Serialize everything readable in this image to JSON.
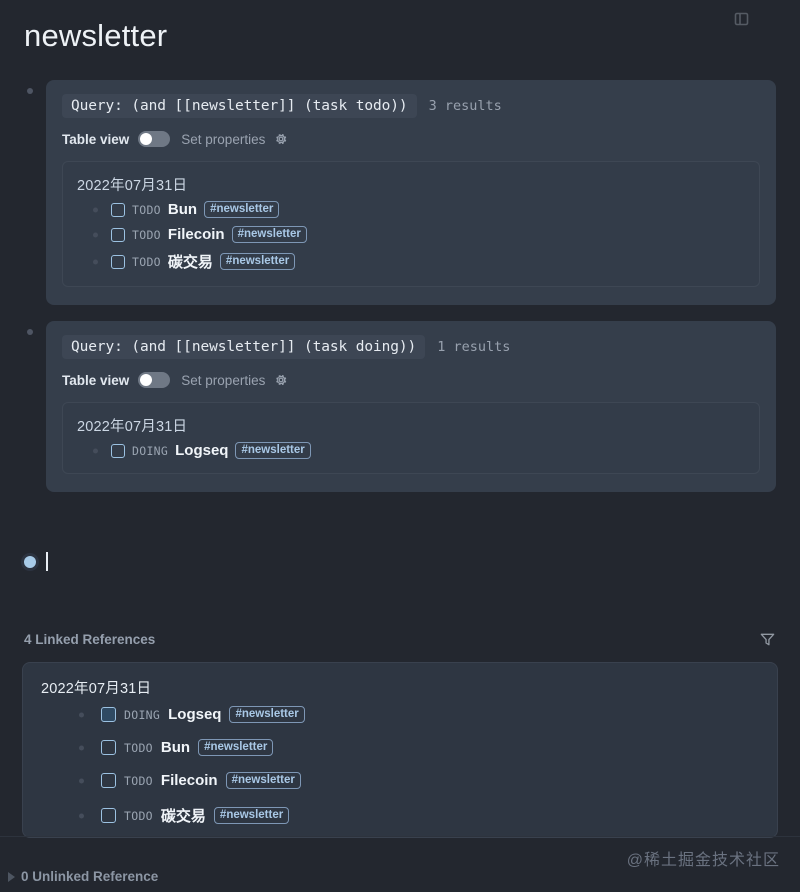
{
  "header": {
    "page_title": "newsletter",
    "topbar_icon": "panel-toggle-icon"
  },
  "queries": [
    {
      "query_text": "Query: (and [[newsletter]] (task todo))",
      "result_count": "3 results",
      "table_view_label": "Table view",
      "set_properties_label": "Set properties",
      "gear_icon": "gear-icon",
      "toggle_state": "off",
      "date": "2022年07月31日",
      "tasks": [
        {
          "marker": "TODO",
          "text": "Bun",
          "tag": "#newsletter",
          "checked": false
        },
        {
          "marker": "TODO",
          "text": "Filecoin",
          "tag": "#newsletter",
          "checked": false
        },
        {
          "marker": "TODO",
          "text": "碳交易",
          "tag": "#newsletter",
          "checked": false
        }
      ]
    },
    {
      "query_text": "Query: (and [[newsletter]] (task doing))",
      "result_count": "1 results",
      "table_view_label": "Table view",
      "set_properties_label": "Set properties",
      "gear_icon": "gear-icon",
      "toggle_state": "off",
      "date": "2022年07月31日",
      "tasks": [
        {
          "marker": "DOING",
          "text": "Logseq",
          "tag": "#newsletter",
          "checked": false
        }
      ]
    }
  ],
  "editing_block": {
    "value": "",
    "placeholder": ""
  },
  "linked_references": {
    "title": "4 Linked References",
    "filter_icon": "filter-funnel-icon",
    "date": "2022年07月31日",
    "items": [
      {
        "marker": "DOING",
        "text": "Logseq",
        "tag": "#newsletter",
        "checked": true
      },
      {
        "marker": "TODO",
        "text": "Bun",
        "tag": "#newsletter",
        "checked": false
      },
      {
        "marker": "TODO",
        "text": "Filecoin",
        "tag": "#newsletter",
        "checked": false
      },
      {
        "marker": "TODO",
        "text": "碳交易",
        "tag": "#newsletter",
        "checked": false
      }
    ]
  },
  "footer": {
    "unlinked_label": "0 Unlinked Reference",
    "expand_icon": "caret-right-icon",
    "watermark": "@稀土掘金技术社区"
  },
  "colors": {
    "page_bg": "#23272f",
    "card_bg": "#353e4b",
    "results_bg": "#333c49",
    "accent": "#a9c8e6"
  }
}
